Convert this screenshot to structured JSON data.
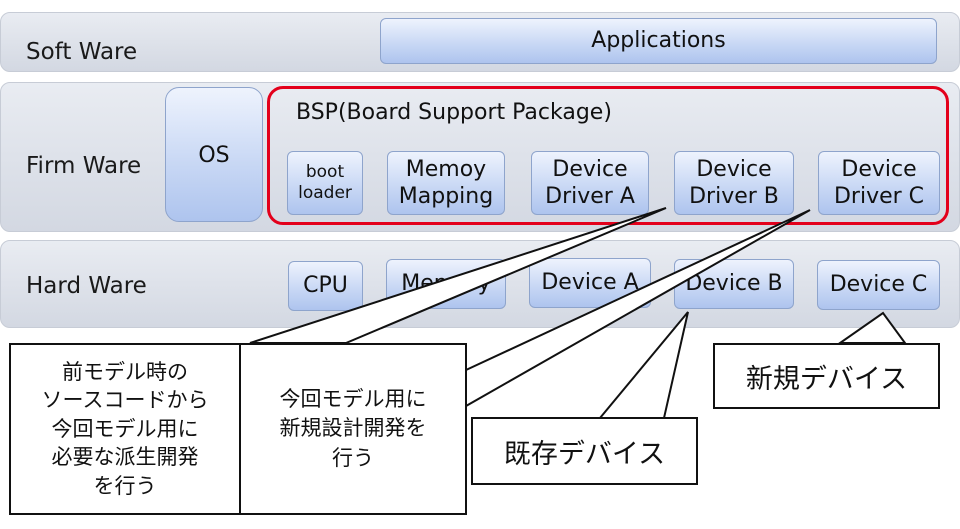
{
  "layers": {
    "software": {
      "label": "Soft Ware"
    },
    "firmware": {
      "label": "Firm Ware"
    },
    "hardware": {
      "label": "Hard Ware"
    }
  },
  "software": {
    "applications": "Applications"
  },
  "firmware": {
    "os": "OS",
    "bsp_title": "BSP(Board Support Package)",
    "bsp_items": [
      {
        "line1": "boot",
        "line2": "loader"
      },
      {
        "line1": "Memoy",
        "line2": "Mapping"
      },
      {
        "line1": "Device",
        "line2": "Driver A"
      },
      {
        "line1": "Device",
        "line2": "Driver B"
      },
      {
        "line1": "Device",
        "line2": "Driver C"
      }
    ]
  },
  "hardware": {
    "items": [
      "CPU",
      "Memory",
      "Device A",
      "Device B",
      "Device C"
    ]
  },
  "callouts": {
    "derived": [
      "前モデル時の",
      "ソースコードから",
      "今回モデル用に",
      "必要な派生開発",
      "を行う"
    ],
    "new_design": [
      "今回モデル用に",
      "新規設計開発を",
      "行う"
    ],
    "existing_device": "既存デバイス",
    "new_device": "新規デバイス"
  },
  "colors": {
    "bsp_border": "#e3001b",
    "box_fill": "#c6d6f4",
    "layer_fill": "#dfe3ea"
  }
}
